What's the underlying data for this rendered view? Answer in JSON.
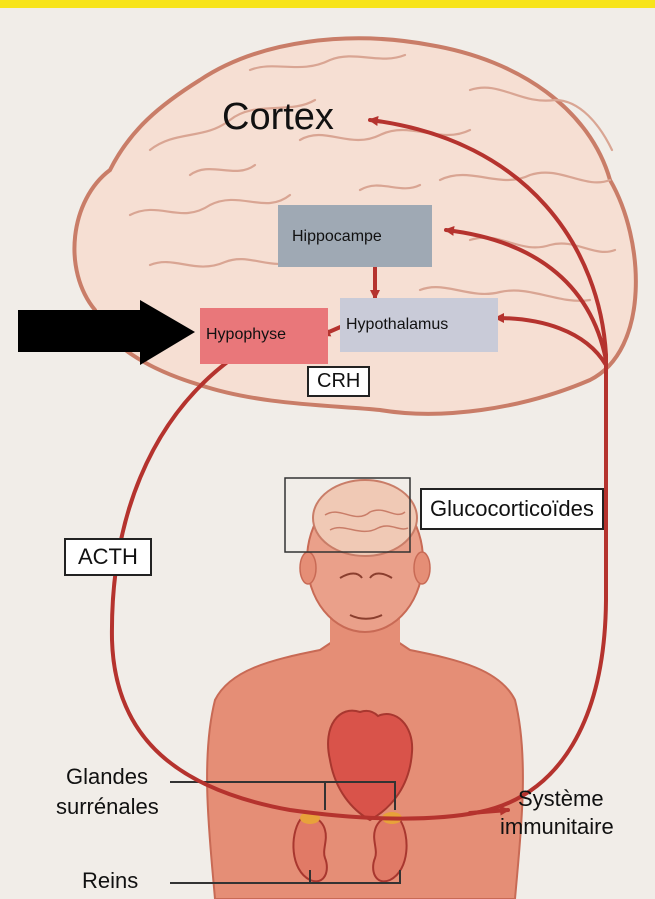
{
  "labels": {
    "cortex": "Cortex",
    "hippocampe": "Hippocampe",
    "hypothalamus": "Hypothalamus",
    "hypophyse": "Hypophyse",
    "crh": "CRH",
    "acth": "ACTH",
    "glucocorticoides": "Glucocorticoïdes",
    "glandes_surrenales_1": "Glandes",
    "glandes_surrenales_2": "surrénales",
    "systeme_immunitaire_1": "Système",
    "systeme_immunitaire_2": "immunitaire",
    "reins": "Reins"
  },
  "colors": {
    "background": "#f1ede8",
    "brain_fill": "#f6dfd3",
    "brain_outline": "#c97d68",
    "arrow_red": "#b5332e",
    "hippocampe_box": "#9fa9b4",
    "hypothalamus_box": "#c9cbd8",
    "hypophyse_box": "#e9777a",
    "skin": "#e58e76",
    "top_strip": "#f7e41b",
    "black_arrow": "#000000"
  },
  "icons": {
    "input_arrow": "black-right-arrow",
    "brain": "brain-illustration",
    "body": "human-torso-illustration",
    "heart": "heart-illustration",
    "kidneys": "kidney-illustration"
  }
}
